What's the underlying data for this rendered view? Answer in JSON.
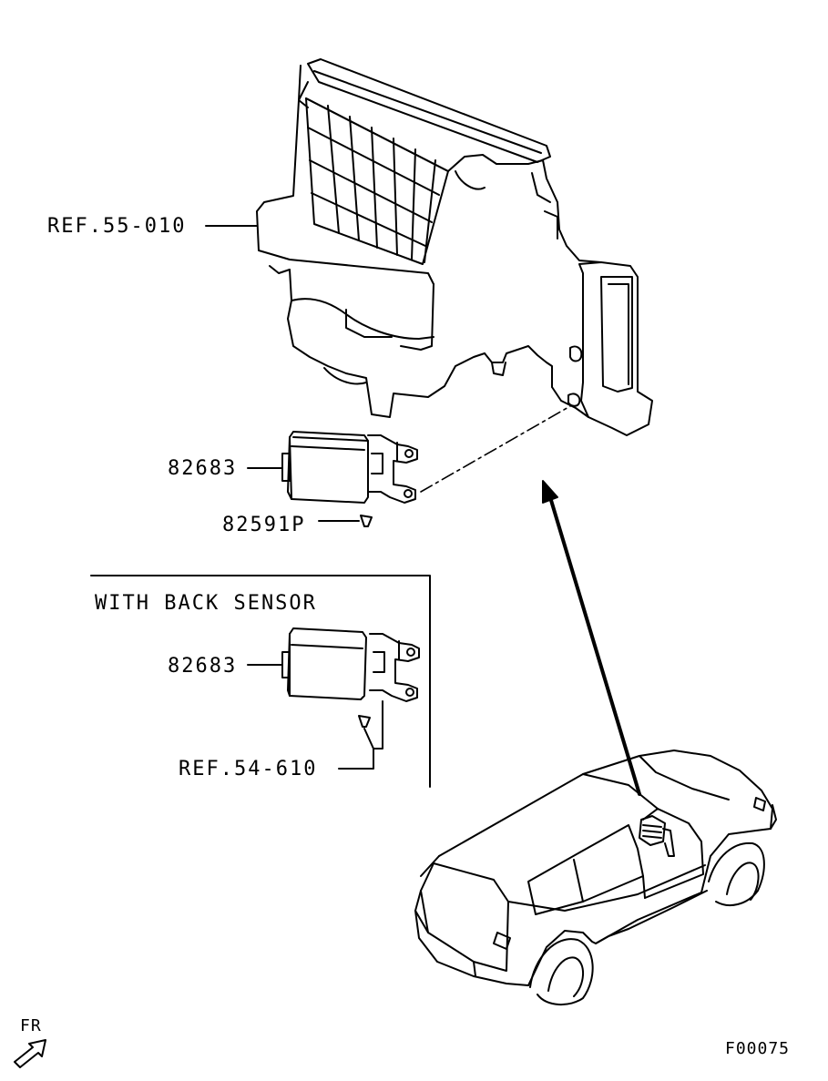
{
  "labels": {
    "ref_hvac": "REF.55-010",
    "part_main": "82683",
    "part_screw": "82591P",
    "inset_title": "WITH BACK SENSOR",
    "part_inset": "82683",
    "ref_bracket": "REF.54-610",
    "fr_marker": "FR",
    "figure_code": "F00075"
  },
  "icons": {
    "front_arrow": "front-direction-arrow-icon"
  },
  "colors": {
    "line": "#000000",
    "background": "#ffffff"
  }
}
